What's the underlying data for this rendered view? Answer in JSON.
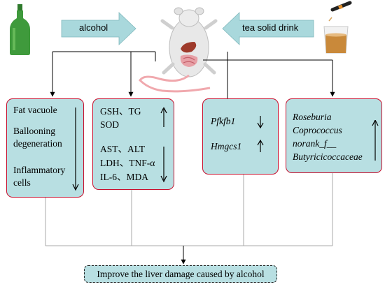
{
  "arrows": {
    "left_label": "alcohol",
    "right_label": "tea solid drink"
  },
  "icons": {
    "bottom_left": "green-bottle-icon",
    "mouse": "mouse-with-organs-icon",
    "drink": "tea-drink-cup-icon"
  },
  "boxes": {
    "histology": {
      "lines": [
        "Fat vacuole",
        "Ballooning",
        "degeneration",
        "Inflammatory",
        "cells"
      ],
      "trend": "down"
    },
    "biochem": {
      "up_lines": [
        "GSH、TG",
        "SOD"
      ],
      "up_trend": "up",
      "down_lines": [
        "AST、ALT",
        "LDH、TNF-α",
        "IL-6、MDA"
      ],
      "down_trend": "down"
    },
    "genes": {
      "items": [
        {
          "name": "Pfkfb1",
          "trend": "down"
        },
        {
          "name": "Hmgcs1",
          "trend": "up"
        }
      ]
    },
    "microbes": {
      "lines": [
        "Roseburia",
        "Coprococcus",
        "norank_f__",
        "Butyricicoccaceae"
      ],
      "trend": "up"
    }
  },
  "conclusion": "Improve the liver damage caused by alcohol",
  "colors": {
    "box_fill": "#b8dfe2",
    "box_border": "#c8102e",
    "arrow_fill": "#a9d8dc",
    "bottle": "#3f9a3c"
  }
}
